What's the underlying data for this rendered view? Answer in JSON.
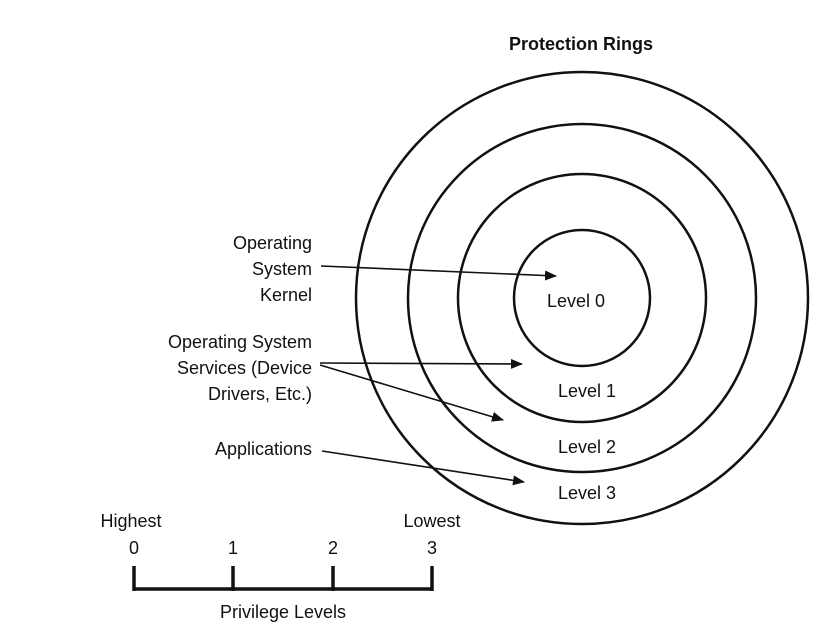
{
  "title": "Protection Rings",
  "rings": [
    {
      "label": "Level 0"
    },
    {
      "label": "Level 1"
    },
    {
      "label": "Level 2"
    },
    {
      "label": "Level 3"
    }
  ],
  "callouts": {
    "kernel": [
      "Operating",
      "System",
      "Kernel"
    ],
    "services": [
      "Operating System",
      "Services (Device",
      "Drivers, Etc.)"
    ],
    "applications": [
      "Applications"
    ]
  },
  "scale": {
    "highest": "Highest",
    "lowest": "Lowest",
    "ticks": [
      "0",
      "1",
      "2",
      "3"
    ],
    "label": "Privilege Levels"
  },
  "colors": {
    "stroke": "#111111",
    "background": "#ffffff"
  }
}
